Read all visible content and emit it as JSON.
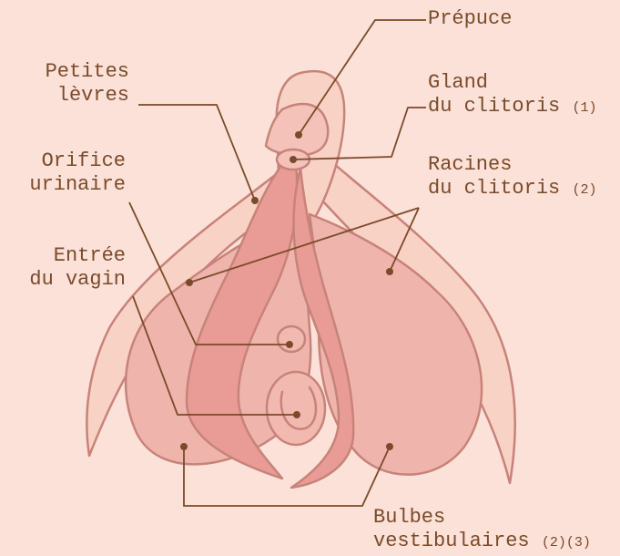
{
  "labels": {
    "prepuce": "Prépuce",
    "petites_levres_1": "Petites",
    "petites_levres_2": "lèvres",
    "gland_1": "Gland",
    "gland_2": "du clitoris",
    "gland_note": "(1)",
    "orifice_1": "Orifice",
    "orifice_2": "urinaire",
    "racines_1": "Racines",
    "racines_2": "du clitoris",
    "racines_note": "(2)",
    "entree_1": "Entrée",
    "entree_2": "du vagin",
    "bulbes_1": "Bulbes",
    "bulbes_2": "vestibulaires",
    "bulbes_note": "(2)(3)"
  },
  "colors": {
    "background": "#fbe1d7",
    "outline": "#c7837a",
    "fill_light": "#f9d2c6",
    "fill_bulb": "#efb5ad",
    "fill_lips": "#e89c95",
    "leader": "#7b4a2a"
  }
}
